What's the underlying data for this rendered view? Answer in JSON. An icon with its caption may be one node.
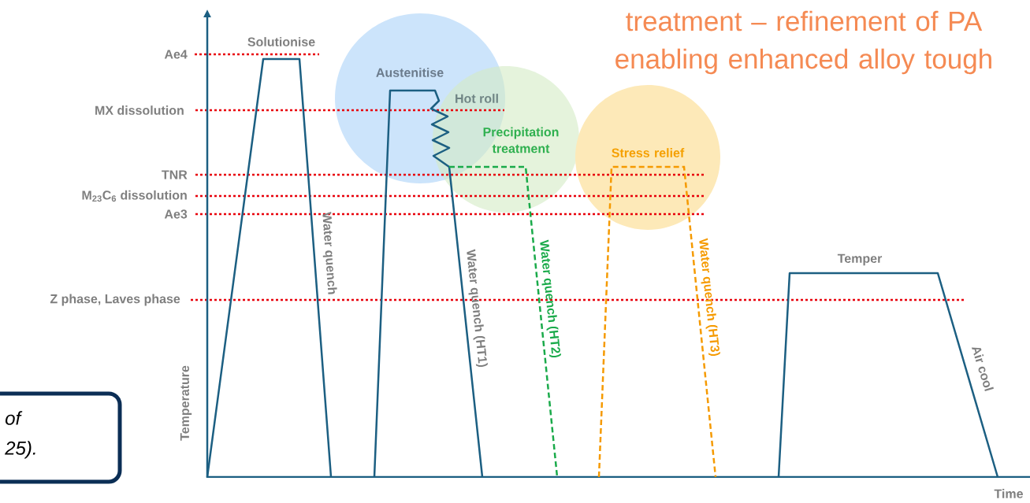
{
  "diagram": {
    "title": "treatment – refinement of PA enabling enhanced alloy tough",
    "nodes": [
      {
        "text": [
          "Austenitise"
        ]
      },
      {
        "text": [
          "Precipitation treatment"
        ]
      },
      {
        "text": [
          "Stress relief"
        ]
      },
      {
        "text": [
          "of 25)."
        ]
      }
    ],
    "edges": [],
    "labels": [
      "Ae4",
      "Solutionise",
      "MX dissolution",
      "Hot roll",
      "TNR",
      "M$_{23}$C$_{6}$ dissolution",
      "Ae3",
      "Water quench",
      "Water quench (HT1)",
      "Water quench (HT2)",
      "Water quench (HT3)",
      "Temper",
      "Z phase, Laves phase",
      "Air cool",
      "Temperature",
      "Time"
    ]
  }
}
